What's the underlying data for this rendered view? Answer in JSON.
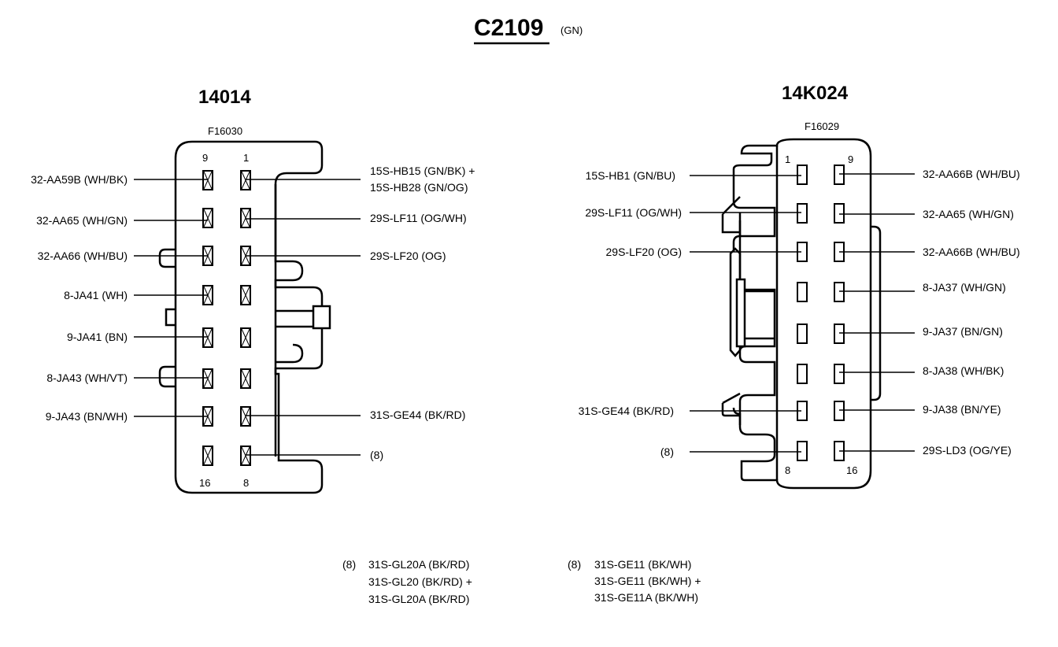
{
  "title": "C2109",
  "title_color": "(GN)",
  "left_connector": {
    "name": "14014",
    "part": "F16030",
    "corner_top_left": "9",
    "corner_top_right": "1",
    "corner_bottom_left": "16",
    "corner_bottom_right": "8",
    "left_labels": [
      "32-AA59B (WH/BK)",
      "32-AA65 (WH/GN)",
      "32-AA66 (WH/BU)",
      "8-JA41 (WH)",
      "9-JA41 (BN)",
      "8-JA43 (WH/VT)",
      "9-JA43 (BN/WH)"
    ],
    "right_labels": [
      [
        "15S-HB15 (GN/BK) +",
        "15S-HB28 (GN/OG)"
      ],
      [
        "29S-LF11 (OG/WH)"
      ],
      [
        "29S-LF20 (OG)"
      ],
      [
        "31S-GE44 (BK/RD)"
      ],
      [
        "(8)"
      ]
    ]
  },
  "right_connector": {
    "name": "14K024",
    "part": "F16029",
    "corner_top_left": "1",
    "corner_top_right": "9",
    "corner_bottom_left": "8",
    "corner_bottom_right": "16",
    "left_labels": [
      "15S-HB1 (GN/BU)",
      "29S-LF11 (OG/WH)",
      "29S-LF20 (OG)",
      "31S-GE44 (BK/RD)",
      "(8)"
    ],
    "right_labels": [
      "32-AA66B (WH/BU)",
      "32-AA65 (WH/GN)",
      "32-AA66B (WH/BU)",
      "8-JA37 (WH/GN)",
      "9-JA37 (BN/GN)",
      "8-JA38 (WH/BK)",
      "9-JA38 (BN/YE)",
      "29S-LD3 (OG/YE)"
    ]
  },
  "notes": [
    {
      "marker": "(8)",
      "lines": [
        "31S-GL20A (BK/RD)",
        "31S-GL20 (BK/RD) +",
        "31S-GL20A (BK/RD)"
      ]
    },
    {
      "marker": "(8)",
      "lines": [
        "31S-GE11 (BK/WH)",
        "31S-GE11 (BK/WH) +",
        "31S-GE11A (BK/WH)"
      ]
    }
  ]
}
